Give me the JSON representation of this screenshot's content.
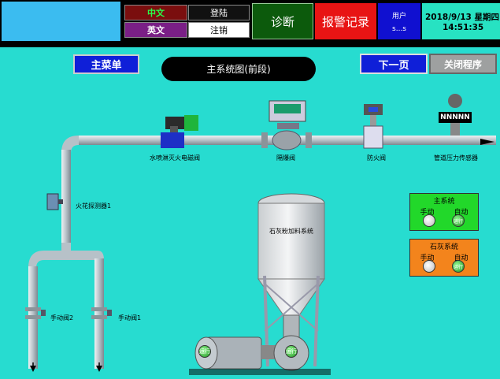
{
  "header": {
    "lang_cn": "中文",
    "lang_en": "英文",
    "login": "登陆",
    "logout": "注销",
    "diagnose": "诊断",
    "alarm_log": "报警记录",
    "user_label": "用户",
    "user_value": "s...s",
    "date": "2018/9/13 星期四",
    "time": "14:51:35"
  },
  "nav": {
    "main_menu": "主菜单",
    "title": "主系统图(前段)",
    "next_page": "下一页",
    "close_program": "关闭程序"
  },
  "equipment": {
    "valve_water": "水喷淋灭火电磁阀",
    "valve_isolation": "隔爆阀",
    "valve_fire": "防火阀",
    "pressure_sensor": "管道压力传感器",
    "pressure_display": "NNNNN",
    "spark_detector": "火花探测器1",
    "manual_valve_2": "手动阀2",
    "manual_valve_1": "手动阀1",
    "silo": "石灰粉加料系统",
    "motor_1_state": "运行",
    "motor_2_state": "运行"
  },
  "panels": {
    "main_system": {
      "title": "主系统",
      "manual": "手动",
      "auto": "自动",
      "auto_state": "运行"
    },
    "lime_system": {
      "title": "石灰系统",
      "manual": "手动",
      "auto": "自动",
      "auto_state": "运行"
    }
  },
  "colors": {
    "background": "#27dcd0",
    "button_blue": "#0f1fd8",
    "alarm_red": "#e81414",
    "panel_green": "#22d82a",
    "panel_orange": "#f3841c"
  }
}
